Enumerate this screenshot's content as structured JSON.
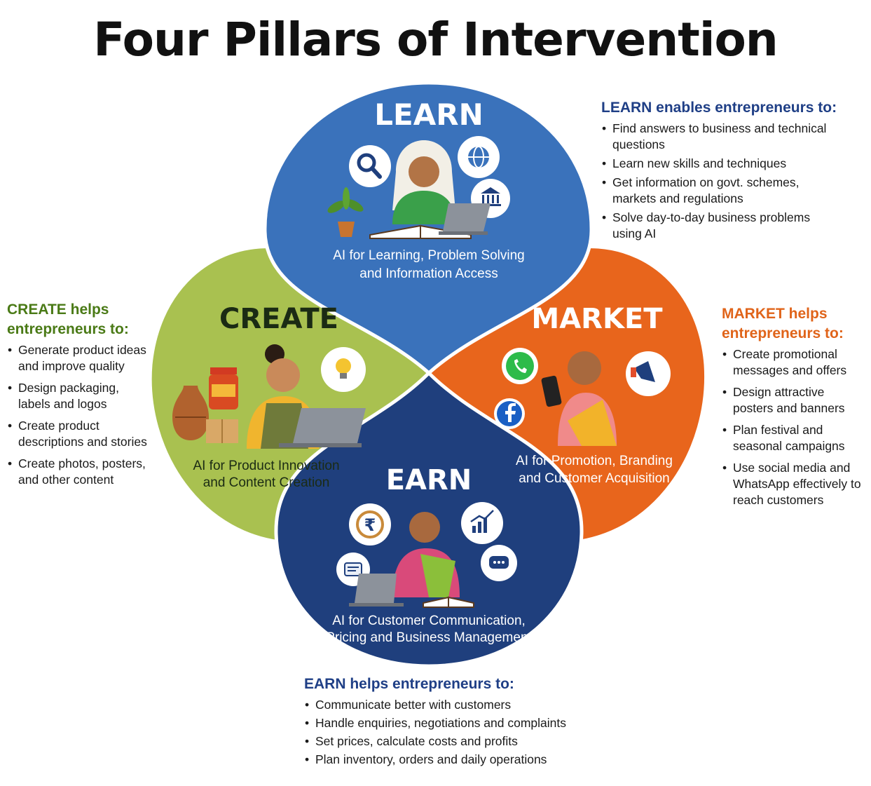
{
  "title": "Four Pillars of Intervention",
  "colors": {
    "learn": "#3a72bb",
    "create": "#a9c150",
    "market": "#e8651c",
    "earn": "#1f3f7d"
  },
  "pillars": {
    "learn": {
      "name": "LEARN",
      "subtitle": [
        "AI for Learning, Problem Solving",
        "and Information Access"
      ],
      "icons": [
        "magnifier-icon",
        "globe-icon",
        "bank-icon",
        "plant-icon",
        "book-icon",
        "laptop-icon"
      ]
    },
    "create": {
      "name": "CREATE",
      "subtitle": [
        "AI for Product Innovation",
        "and Content Creation"
      ],
      "icons": [
        "lightbulb-icon",
        "vase-icon",
        "jar-icon",
        "box-icon",
        "laptop-icon"
      ]
    },
    "market": {
      "name": "MARKET",
      "subtitle": [
        "AI for Promotion, Branding",
        "and Customer Acquisition"
      ],
      "icons": [
        "whatsapp-icon",
        "facebook-icon",
        "megaphone-icon",
        "phone-icon"
      ]
    },
    "earn": {
      "name": "EARN",
      "subtitle": [
        "AI for Customer Communication,",
        "Pricing and Business Management"
      ],
      "icons": [
        "rupee-icon",
        "growth-chart-icon",
        "invoice-icon",
        "chat-icon",
        "laptop-icon",
        "book-icon"
      ]
    }
  },
  "panels": {
    "learn": {
      "keyword": "LEARN",
      "rest": " enables entrepreneurs to:",
      "items": [
        "Find answers to business and technical questions",
        "Learn new skills and techniques",
        "Get information on govt. schemes, markets and regulations",
        "Solve day-to-day business problems using AI"
      ]
    },
    "create": {
      "keyword": "CREATE",
      "rest": " helps entrepreneurs to:",
      "items": [
        "Generate product ideas and improve quality",
        "Design packaging, labels and logos",
        "Create product descriptions and stories",
        "Create photos, posters, and other content"
      ]
    },
    "market": {
      "keyword": "MARKET",
      "rest": " helps entrepreneurs to:",
      "items": [
        "Create promotional messages and offers",
        "Design attractive posters and banners",
        "Plan festival and seasonal campaigns",
        "Use social media and WhatsApp effectively to reach customers"
      ]
    },
    "earn": {
      "keyword": "EARN",
      "rest": " helps entrepreneurs to:",
      "items": [
        "Communicate better with customers",
        "Handle enquiries, negotiations and complaints",
        "Set prices, calculate costs and profits",
        "Plan inventory, orders and daily operations"
      ]
    }
  }
}
